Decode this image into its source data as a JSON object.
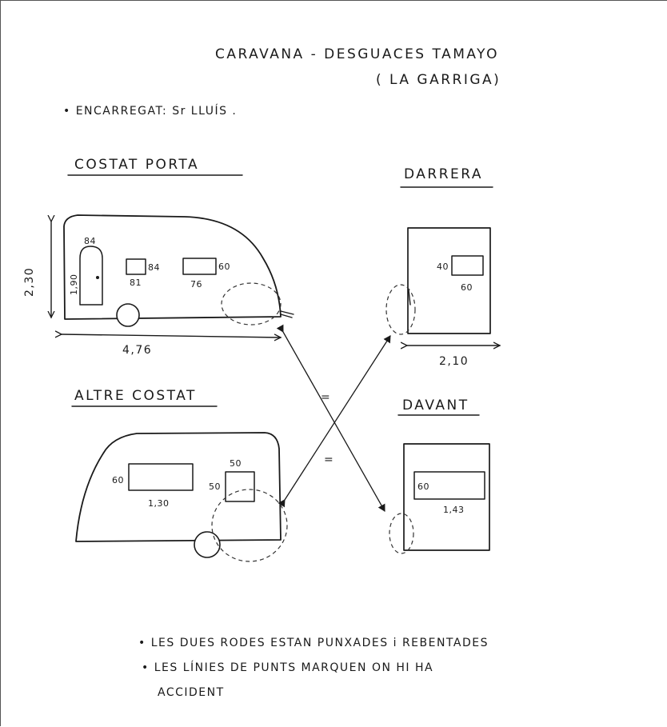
{
  "title": {
    "line1": "CARAVANA - DESGUACES TAMAYO",
    "line2": "( LA GARRIGA)"
  },
  "manager_note": "• ENCARREGAT: Sr LLUÍS .",
  "views": {
    "door_side": {
      "label": "COSTAT PORTA",
      "height": "2,30",
      "length": "4,76",
      "door_width": "84",
      "door_height": "1,90",
      "window1_height": "84",
      "window1_width": "81",
      "window2_height": "60",
      "window2_width": "76"
    },
    "rear": {
      "label": "DARRERA",
      "window_height": "40",
      "window_width": "60",
      "width": "2,10"
    },
    "other_side": {
      "label": "ALTRE COSTAT",
      "window1_height": "60",
      "window1_width": "1,30",
      "window2_height": "50",
      "window2_width": "50"
    },
    "front": {
      "label": "DAVANT",
      "window_height": "60",
      "window_width": "1,43"
    }
  },
  "equal_signs": [
    "=",
    "="
  ],
  "notes": [
    "• LES DUES RODES ESTAN PUNXADES i REBENTADES",
    "• LES LÍNIES DE PUNTS MARQUEN ON HI HA",
    "ACCIDENT"
  ]
}
